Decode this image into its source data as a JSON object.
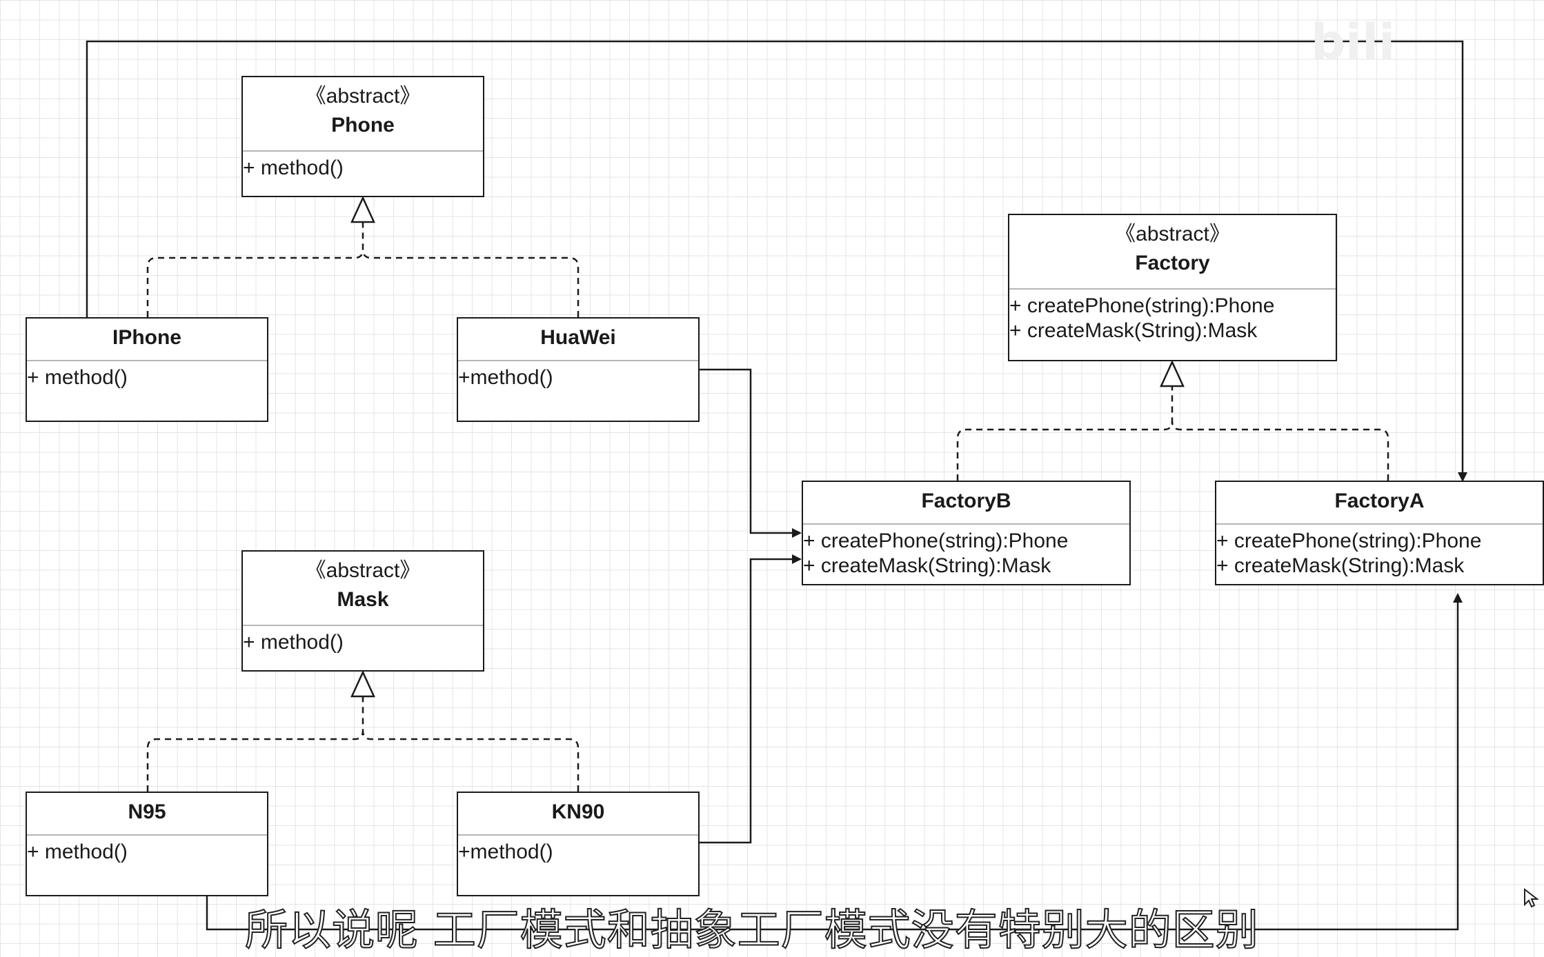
{
  "classes": {
    "phone": {
      "stereotype": "《abstract》",
      "name": "Phone",
      "members": [
        "+ method()"
      ]
    },
    "iphone": {
      "name": "IPhone",
      "members": [
        "+ method()"
      ]
    },
    "huawei": {
      "name": "HuaWei",
      "members": [
        "+method()"
      ]
    },
    "mask": {
      "stereotype": "《abstract》",
      "name": "Mask",
      "members": [
        "+ method()"
      ]
    },
    "n95": {
      "name": "N95",
      "members": [
        "+ method()"
      ]
    },
    "kn90": {
      "name": "KN90",
      "members": [
        "+method()"
      ]
    },
    "factory": {
      "stereotype": "《abstract》",
      "name": "Factory",
      "members": [
        "+ createPhone(string):Phone",
        "+ createMask(String):Mask"
      ]
    },
    "factoryB": {
      "name": "FactoryB",
      "members": [
        "+ createPhone(string):Phone",
        "+ createMask(String):Mask"
      ]
    },
    "factoryA": {
      "name": "FactoryA",
      "members": [
        "+ createPhone(string):Phone",
        "+ createMask(String):Mask"
      ]
    }
  },
  "relations": [
    {
      "type": "realization",
      "from": "IPhone",
      "to": "Phone"
    },
    {
      "type": "realization",
      "from": "HuaWei",
      "to": "Phone"
    },
    {
      "type": "realization",
      "from": "N95",
      "to": "Mask"
    },
    {
      "type": "realization",
      "from": "KN90",
      "to": "Mask"
    },
    {
      "type": "realization",
      "from": "FactoryB",
      "to": "Factory"
    },
    {
      "type": "realization",
      "from": "FactoryA",
      "to": "Factory"
    },
    {
      "type": "association",
      "from": "HuaWei",
      "to": "FactoryB"
    },
    {
      "type": "association",
      "from": "KN90",
      "to": "FactoryB"
    },
    {
      "type": "association",
      "from": "IPhone",
      "to": "FactoryA"
    },
    {
      "type": "association",
      "from": "N95",
      "to": "FactoryA"
    }
  ],
  "subtitle": "所以说呢 工厂模式和抽象工厂模式没有特别大的区别",
  "watermark": "bili",
  "colors": {
    "stroke": "#1a1a1a",
    "separator": "#b5b5b5",
    "grid": "#e4e4e4",
    "background": "#ffffff"
  }
}
